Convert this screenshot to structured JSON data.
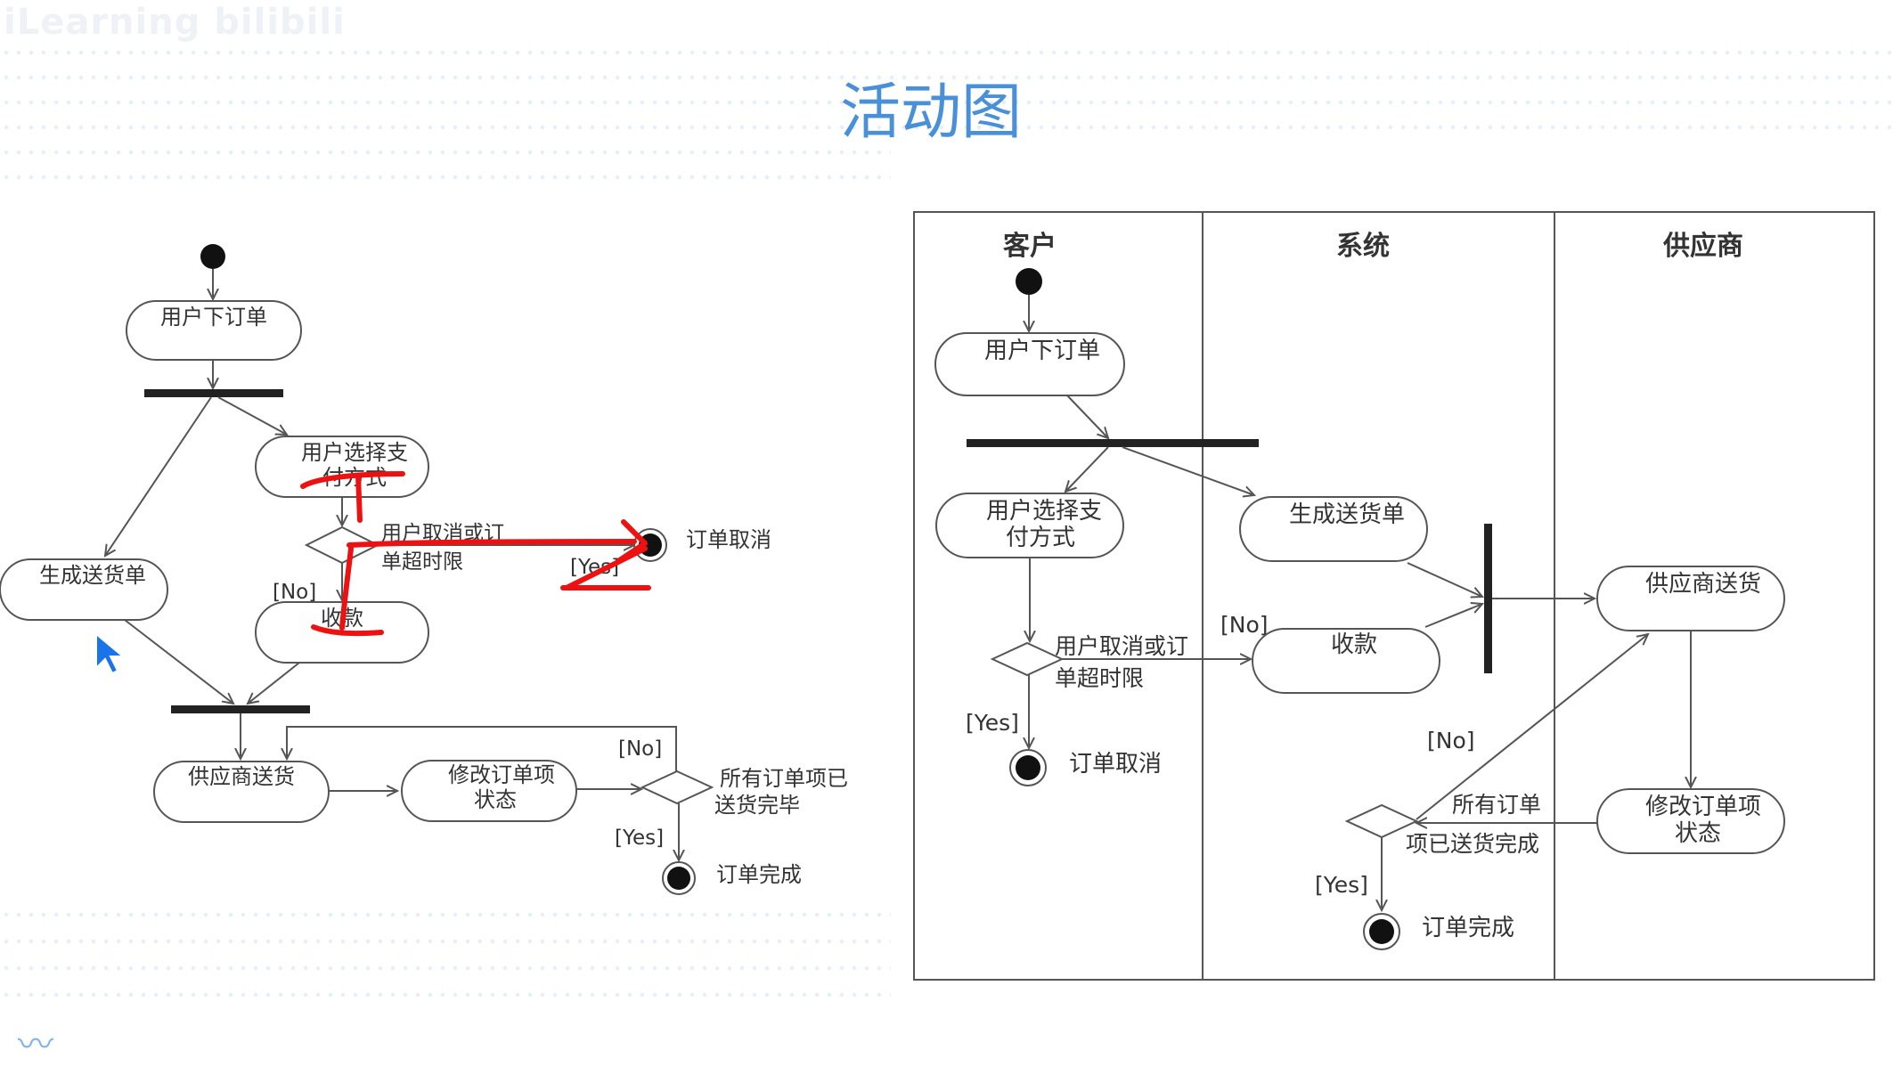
{
  "watermark": "iLearning bilibili",
  "title": "活动图",
  "left": {
    "user_order": "用户下订单",
    "choose_pay_1": "用户选择支",
    "choose_pay_2": "付方式",
    "gen_delivery": "生成送货单",
    "cancel_guard_1": "用户取消或订",
    "cancel_guard_2": "单超时限",
    "yes1": "[Yes]",
    "order_cancel": "订单取消",
    "no1": "[No]",
    "collect": "收款",
    "supplier_ship": "供应商送货",
    "modify_1": "修改订单项",
    "modify_2": "状态",
    "no2": "[No]",
    "all_shipped_1": "所有订单项已",
    "all_shipped_2": "送货完毕",
    "yes2": "[Yes]",
    "order_done": "订单完成"
  },
  "right": {
    "lane_customer": "客户",
    "lane_system": "系统",
    "lane_supplier": "供应商",
    "user_order": "用户下订单",
    "choose_pay_1": "用户选择支",
    "choose_pay_2": "付方式",
    "gen_delivery": "生成送货单",
    "cancel_guard_1": "用户取消或订",
    "cancel_guard_2": "单超时限",
    "no1": "[No]",
    "collect": "收款",
    "yes1": "[Yes]",
    "order_cancel": "订单取消",
    "supplier_ship": "供应商送货",
    "no2": "[No]",
    "all_shipped_1": "所有订单",
    "all_shipped_2": "项已送货完成",
    "modify_1": "修改订单项",
    "modify_2": "状态",
    "yes2": "[Yes]",
    "order_done": "订单完成"
  },
  "colors": {
    "title": "#4a90d9",
    "annotation": "#e11111"
  }
}
